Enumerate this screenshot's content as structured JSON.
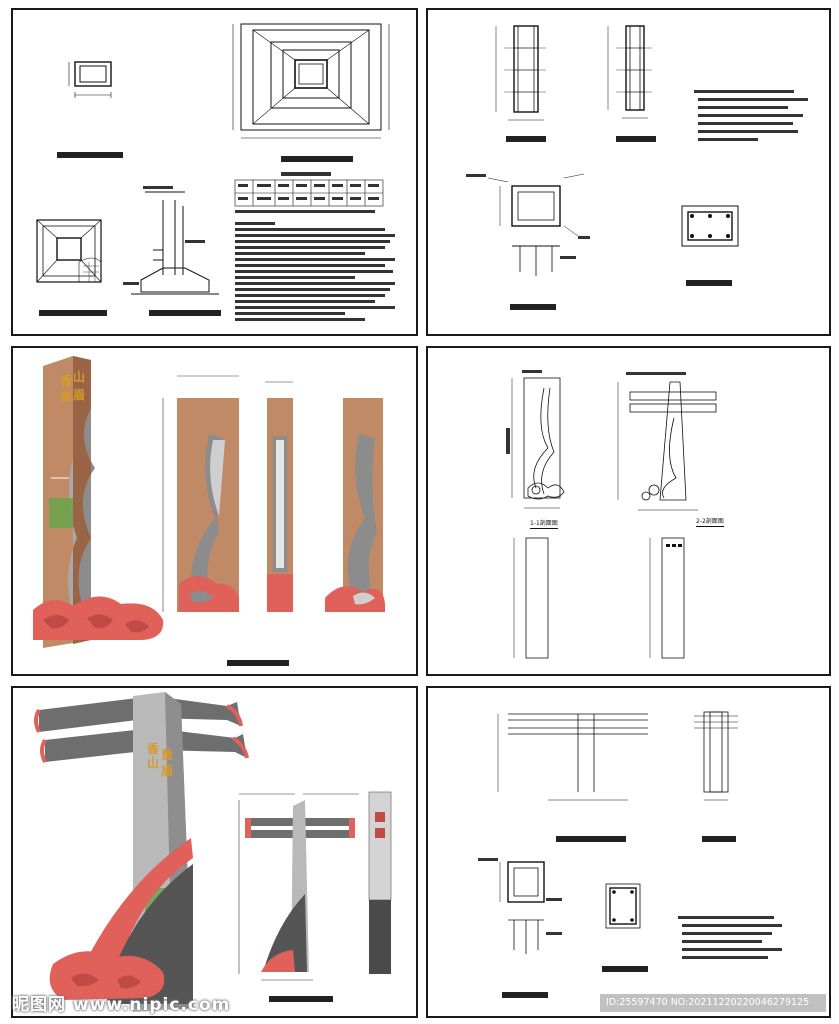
{
  "colors": {
    "wood": "#c08a66",
    "wood_dark": "#9a6446",
    "grey_wave": "#8c8c8c",
    "grey_light": "#cfcfcf",
    "coral": "#e0605a",
    "coral_dark": "#c04a45",
    "post_grey": "#b9b9b9",
    "gold": "#d69a2a",
    "line": "#1a1a1a"
  },
  "sign_title_chars": [
    "香",
    "山",
    "黄",
    "眉"
  ],
  "watermark": {
    "left": "昵图网 www.nipic.com",
    "right": "ID:25597470 NO:20211220220046279125"
  },
  "captions": {
    "p4": "1-1剖面图",
    "p5": "2-2剖面图"
  }
}
